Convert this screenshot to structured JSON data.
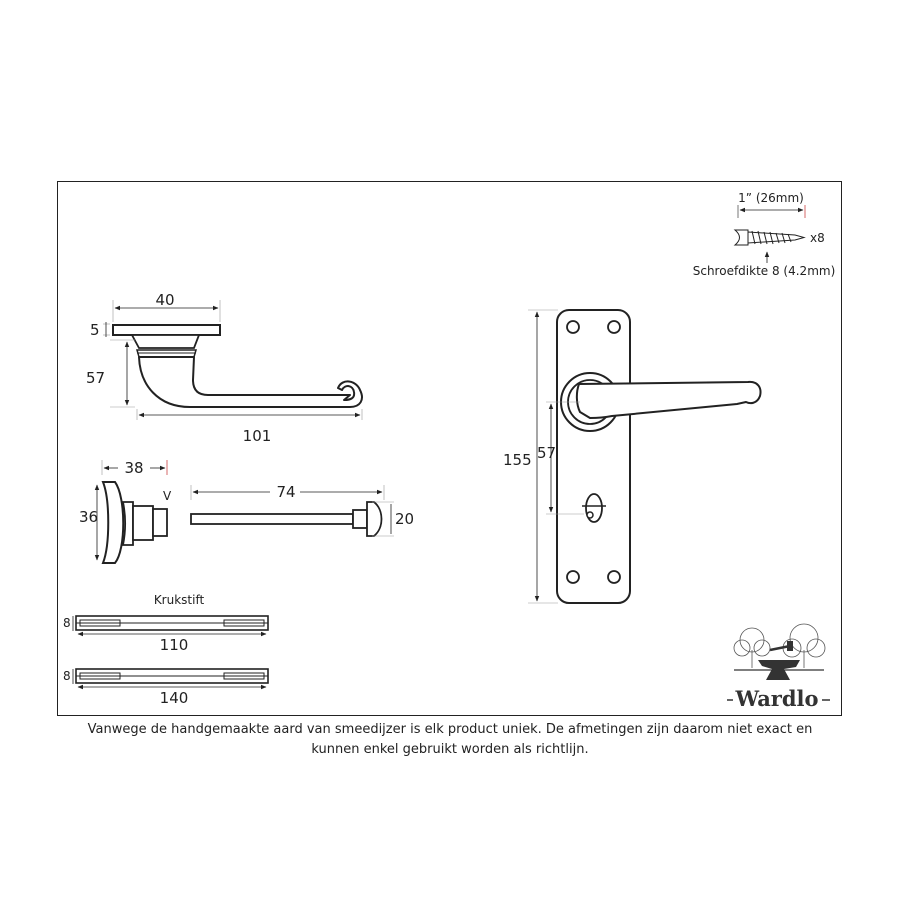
{
  "handle_side": {
    "width": "40",
    "rose_thickness": "5",
    "projection": "57",
    "length": "101"
  },
  "thumbturn": {
    "depth": "38",
    "height": "36",
    "v_label": "V"
  },
  "spindle_small": {
    "length": "74",
    "diameter": "20"
  },
  "backplate": {
    "height": "155",
    "center_distance": "57"
  },
  "screws": {
    "length_label": "1” (26mm)",
    "quantity": "x8",
    "gauge_label": "Schroefdikte 8 (4.2mm)"
  },
  "spindles": {
    "title": "Krukstift",
    "items": [
      {
        "thickness": "8",
        "length": "110"
      },
      {
        "thickness": "8",
        "length": "140"
      }
    ]
  },
  "logo": {
    "text": "Wardlo"
  },
  "disclaimer": {
    "line1": "Vanwege de handgemaakte aard van smeedijzer is elk product uniek. De afmetingen zijn daarom niet exact en",
    "line2": "kunnen enkel gebruikt worden als richtlijn."
  }
}
